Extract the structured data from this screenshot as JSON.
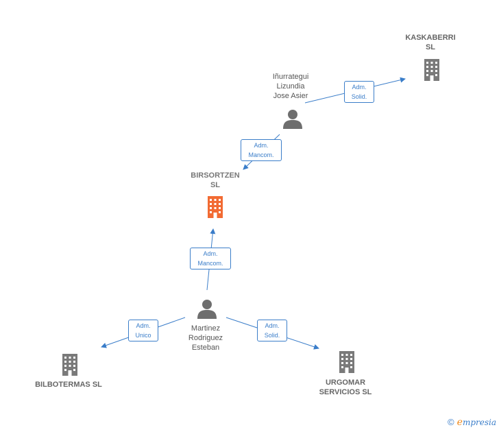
{
  "colors": {
    "edge": "#3a7dc9",
    "building": "#7a7a7a",
    "building_main": "#f26b33",
    "person": "#6e6e6e"
  },
  "nodes": {
    "kaskaberri": {
      "label": "KASKABERRI\nSL",
      "icon": "building-icon"
    },
    "inurrategui": {
      "label": "Iñurrategui\nLizundia\nJose Asier",
      "icon": "person-icon"
    },
    "birsortzen": {
      "label": "BIRSORTZEN\nSL",
      "icon": "building-icon"
    },
    "martinez": {
      "label": "Martinez\nRodriguez\nEsteban",
      "icon": "person-icon"
    },
    "bilbotermas": {
      "label": "BILBOTERMAS SL",
      "icon": "building-icon"
    },
    "urgomar": {
      "label": "URGOMAR\nSERVICIOS SL",
      "icon": "building-icon"
    }
  },
  "edges": {
    "inurrategui_kaskaberri": "Adm.\nSolid.",
    "inurrategui_birsortzen": "Adm.\nMancom.",
    "martinez_birsortzen": "Adm.\nMancom.",
    "martinez_bilbotermas": "Adm.\nUnico",
    "martinez_urgomar": "Adm.\nSolid."
  },
  "brand": {
    "copyright": "©",
    "e": "e",
    "rest": "mpresia"
  }
}
